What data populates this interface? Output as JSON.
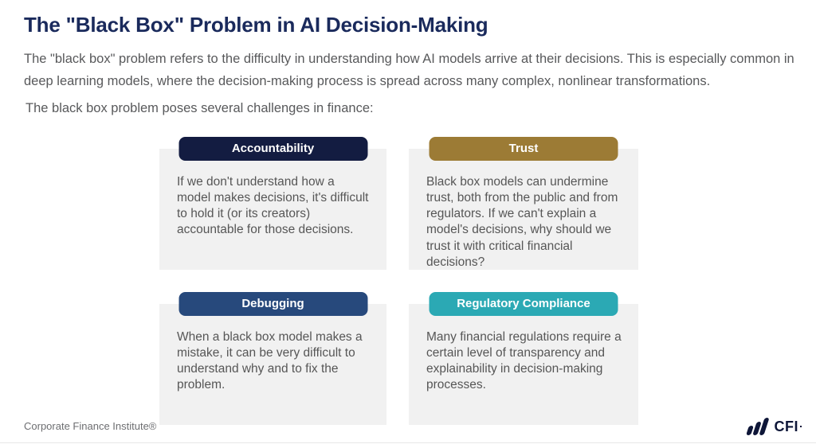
{
  "page": {
    "title": "The \"Black Box\" Problem in AI Decision-Making",
    "intro": "The \"black box\" problem refers to the difficulty in understanding how AI models arrive at their decisions. This is especially common in deep learning models, where the decision-making process is spread across many complex, nonlinear transformations.",
    "challenge_line": "The black box problem poses several challenges in finance:"
  },
  "cards": [
    {
      "label": "Accountability",
      "color": "#131c41",
      "text": "If we don't understand how a model makes decisions, it's difficult to hold it (or its creators) accountable for those decisions."
    },
    {
      "label": "Trust",
      "color": "#9c7b35",
      "text": "Black box models can undermine trust, both from the public and from regulators. If we can't explain a model's decisions, why should we trust it with critical financial decisions?"
    },
    {
      "label": "Debugging",
      "color": "#27497c",
      "text": "When a black box model makes a mistake, it can be very difficult to understand why and to fix the problem."
    },
    {
      "label": "Regulatory Compliance",
      "color": "#2ba9b4",
      "text": "Many financial regulations require a certain level of transparency and explainability in decision-making processes."
    }
  ],
  "footer": {
    "brand": "Corporate Finance Institute®",
    "logo_text": "CFI"
  },
  "colors": {
    "title_navy": "#1a2a5c",
    "body_gray": "#58595b",
    "card_background": "#f1f1f1",
    "logo_navy": "#0e1638"
  }
}
